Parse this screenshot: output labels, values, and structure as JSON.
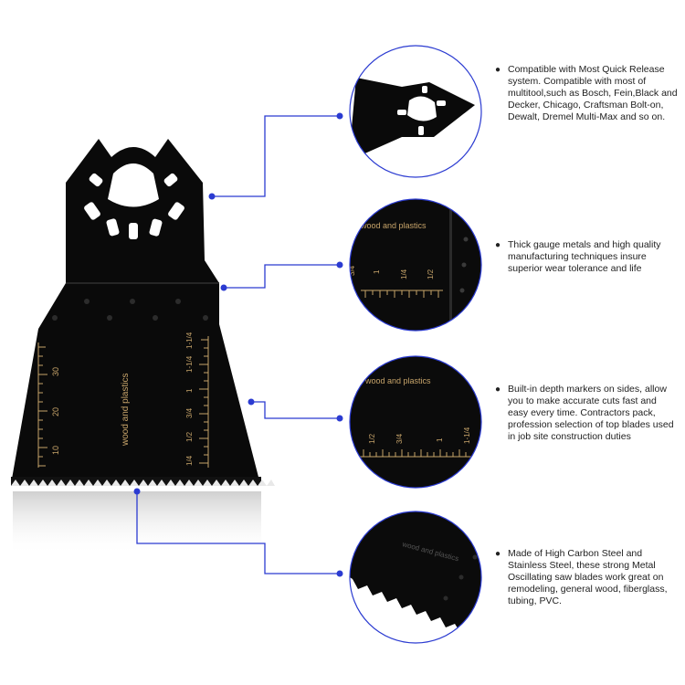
{
  "blade": {
    "label": "wood and plastics",
    "metric_ticks": [
      "30",
      "20",
      "10"
    ],
    "imperial_ticks": [
      "1-1/4",
      "1-1/4",
      "1",
      "3/4",
      "1/2",
      "1/4"
    ]
  },
  "zoom": {
    "tip": {},
    "gauge": {
      "label": "wood and plastics",
      "ticks": [
        "3/4",
        "1",
        "1/4",
        "1/2"
      ]
    },
    "markers": {
      "label": "wood and plastics",
      "ticks": [
        "1/2",
        "3/4",
        "1",
        "1-1/4"
      ]
    },
    "teeth": {
      "label": "wood and plastics"
    }
  },
  "features": [
    {
      "text": "Compatible with Most Quick Release system. Compatible with most of multitool,such as Bosch, Fein,Black and Decker, Chicago, Craftsman Bolt-on, Dewalt, Dremel Multi-Max and so on."
    },
    {
      "text": "Thick gauge metals and high quality manufacturing techniques insure superior wear tolerance and life"
    },
    {
      "text": "Built-in depth markers on sides, allow you to make accurate cuts fast and easy every time. Contractors pack, profession selection of top blades used in job site construction duties"
    },
    {
      "text": "Made of High Carbon Steel and Stainless Steel, these strong Metal Oscillating saw blades work great on remodeling, general wood, fiberglass, tubing, PVC."
    }
  ],
  "colors": {
    "blade": "#0a0a0a",
    "connector": "#2b3bd1",
    "label": "#c7a46a",
    "text": "#222222"
  }
}
